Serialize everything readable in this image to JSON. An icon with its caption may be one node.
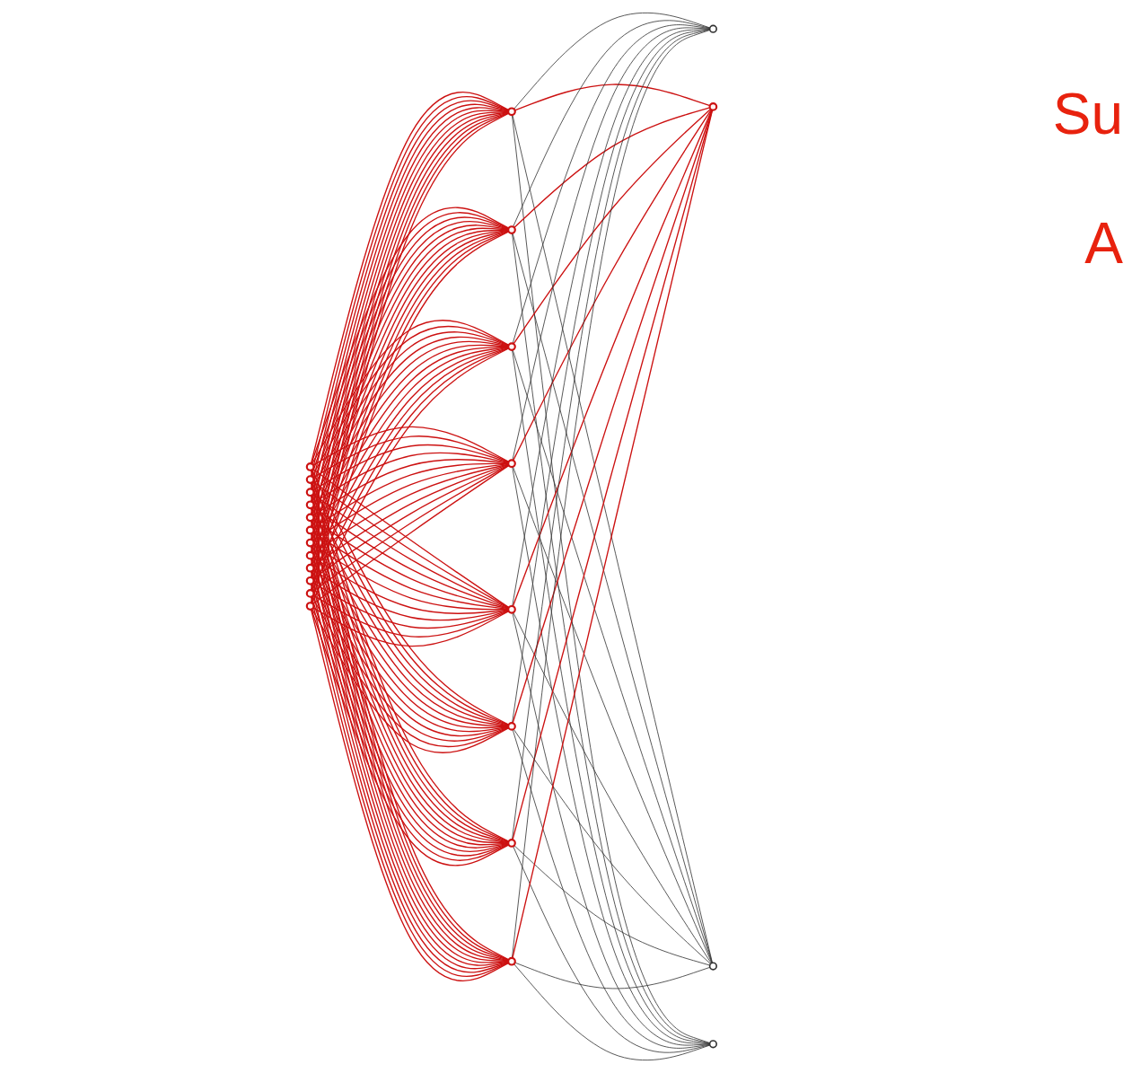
{
  "diagram": {
    "nodes": [
      {
        "text": [],
        "shape": "circle"
      },
      {
        "text": [],
        "shape": "circle"
      },
      {
        "text": [],
        "shape": "circle"
      },
      {
        "text": [],
        "shape": "circle"
      },
      {
        "text": [],
        "shape": "circle"
      },
      {
        "text": [],
        "shape": "circle"
      },
      {
        "text": [],
        "shape": "circle"
      },
      {
        "text": [],
        "shape": "circle"
      },
      {
        "text": [],
        "shape": "circle"
      },
      {
        "text": [],
        "shape": "circle"
      },
      {
        "text": [],
        "shape": "circle"
      },
      {
        "text": [],
        "shape": "circle"
      },
      {
        "text": [],
        "shape": "circle"
      },
      {
        "text": [],
        "shape": "circle"
      },
      {
        "text": [],
        "shape": "circle"
      },
      {
        "text": [],
        "shape": "circle"
      },
      {
        "text": [],
        "shape": "circle"
      },
      {
        "text": [],
        "shape": "circle"
      },
      {
        "text": [],
        "shape": "circle"
      },
      {
        "text": [],
        "shape": "circle"
      },
      {
        "text": [],
        "shape": "circle"
      },
      {
        "text": [],
        "shape": "circle"
      },
      {
        "text": [],
        "shape": "circle"
      },
      {
        "text": [],
        "shape": "circle"
      }
    ],
    "edges": [
      {
        "from": 0,
        "to": 12,
        "arrow": "none"
      },
      {
        "from": 0,
        "to": 13,
        "arrow": "none"
      },
      {
        "from": 0,
        "to": 14,
        "arrow": "none"
      },
      {
        "from": 0,
        "to": 15,
        "arrow": "none"
      },
      {
        "from": 0,
        "to": 16,
        "arrow": "none"
      },
      {
        "from": 0,
        "to": 17,
        "arrow": "none"
      },
      {
        "from": 0,
        "to": 18,
        "arrow": "none"
      },
      {
        "from": 0,
        "to": 19,
        "arrow": "none"
      },
      {
        "from": 1,
        "to": 12,
        "arrow": "none"
      },
      {
        "from": 1,
        "to": 13,
        "arrow": "none"
      },
      {
        "from": 1,
        "to": 14,
        "arrow": "none"
      },
      {
        "from": 1,
        "to": 15,
        "arrow": "none"
      },
      {
        "from": 1,
        "to": 16,
        "arrow": "none"
      },
      {
        "from": 1,
        "to": 17,
        "arrow": "none"
      },
      {
        "from": 1,
        "to": 18,
        "arrow": "none"
      },
      {
        "from": 1,
        "to": 19,
        "arrow": "none"
      },
      {
        "from": 2,
        "to": 12,
        "arrow": "none"
      },
      {
        "from": 2,
        "to": 13,
        "arrow": "none"
      },
      {
        "from": 2,
        "to": 14,
        "arrow": "none"
      },
      {
        "from": 2,
        "to": 15,
        "arrow": "none"
      },
      {
        "from": 2,
        "to": 16,
        "arrow": "none"
      },
      {
        "from": 2,
        "to": 17,
        "arrow": "none"
      },
      {
        "from": 2,
        "to": 18,
        "arrow": "none"
      },
      {
        "from": 2,
        "to": 19,
        "arrow": "none"
      },
      {
        "from": 3,
        "to": 12,
        "arrow": "none"
      },
      {
        "from": 3,
        "to": 13,
        "arrow": "none"
      },
      {
        "from": 3,
        "to": 14,
        "arrow": "none"
      },
      {
        "from": 3,
        "to": 15,
        "arrow": "none"
      },
      {
        "from": 3,
        "to": 16,
        "arrow": "none"
      },
      {
        "from": 3,
        "to": 17,
        "arrow": "none"
      },
      {
        "from": 3,
        "to": 18,
        "arrow": "none"
      },
      {
        "from": 3,
        "to": 19,
        "arrow": "none"
      },
      {
        "from": 4,
        "to": 12,
        "arrow": "none"
      },
      {
        "from": 4,
        "to": 13,
        "arrow": "none"
      },
      {
        "from": 4,
        "to": 14,
        "arrow": "none"
      },
      {
        "from": 4,
        "to": 15,
        "arrow": "none"
      },
      {
        "from": 4,
        "to": 16,
        "arrow": "none"
      },
      {
        "from": 4,
        "to": 17,
        "arrow": "none"
      },
      {
        "from": 4,
        "to": 18,
        "arrow": "none"
      },
      {
        "from": 4,
        "to": 19,
        "arrow": "none"
      },
      {
        "from": 5,
        "to": 12,
        "arrow": "none"
      },
      {
        "from": 5,
        "to": 13,
        "arrow": "none"
      },
      {
        "from": 5,
        "to": 14,
        "arrow": "none"
      },
      {
        "from": 5,
        "to": 15,
        "arrow": "none"
      },
      {
        "from": 5,
        "to": 16,
        "arrow": "none"
      },
      {
        "from": 5,
        "to": 17,
        "arrow": "none"
      },
      {
        "from": 5,
        "to": 18,
        "arrow": "none"
      },
      {
        "from": 5,
        "to": 19,
        "arrow": "none"
      },
      {
        "from": 6,
        "to": 12,
        "arrow": "none"
      },
      {
        "from": 6,
        "to": 13,
        "arrow": "none"
      },
      {
        "from": 6,
        "to": 14,
        "arrow": "none"
      },
      {
        "from": 6,
        "to": 15,
        "arrow": "none"
      },
      {
        "from": 6,
        "to": 16,
        "arrow": "none"
      },
      {
        "from": 6,
        "to": 17,
        "arrow": "none"
      },
      {
        "from": 6,
        "to": 18,
        "arrow": "none"
      },
      {
        "from": 6,
        "to": 19,
        "arrow": "none"
      },
      {
        "from": 7,
        "to": 12,
        "arrow": "none"
      },
      {
        "from": 7,
        "to": 13,
        "arrow": "none"
      },
      {
        "from": 7,
        "to": 14,
        "arrow": "none"
      },
      {
        "from": 7,
        "to": 15,
        "arrow": "none"
      },
      {
        "from": 7,
        "to": 16,
        "arrow": "none"
      },
      {
        "from": 7,
        "to": 17,
        "arrow": "none"
      },
      {
        "from": 7,
        "to": 18,
        "arrow": "none"
      },
      {
        "from": 7,
        "to": 19,
        "arrow": "none"
      },
      {
        "from": 8,
        "to": 12,
        "arrow": "none"
      },
      {
        "from": 8,
        "to": 13,
        "arrow": "none"
      },
      {
        "from": 8,
        "to": 14,
        "arrow": "none"
      },
      {
        "from": 8,
        "to": 15,
        "arrow": "none"
      },
      {
        "from": 8,
        "to": 16,
        "arrow": "none"
      },
      {
        "from": 8,
        "to": 17,
        "arrow": "none"
      },
      {
        "from": 8,
        "to": 18,
        "arrow": "none"
      },
      {
        "from": 8,
        "to": 19,
        "arrow": "none"
      },
      {
        "from": 9,
        "to": 12,
        "arrow": "none"
      },
      {
        "from": 9,
        "to": 13,
        "arrow": "none"
      },
      {
        "from": 9,
        "to": 14,
        "arrow": "none"
      },
      {
        "from": 9,
        "to": 15,
        "arrow": "none"
      },
      {
        "from": 9,
        "to": 16,
        "arrow": "none"
      },
      {
        "from": 9,
        "to": 17,
        "arrow": "none"
      },
      {
        "from": 9,
        "to": 18,
        "arrow": "none"
      },
      {
        "from": 9,
        "to": 19,
        "arrow": "none"
      },
      {
        "from": 10,
        "to": 12,
        "arrow": "none"
      },
      {
        "from": 10,
        "to": 13,
        "arrow": "none"
      },
      {
        "from": 10,
        "to": 14,
        "arrow": "none"
      },
      {
        "from": 10,
        "to": 15,
        "arrow": "none"
      },
      {
        "from": 10,
        "to": 16,
        "arrow": "none"
      },
      {
        "from": 10,
        "to": 17,
        "arrow": "none"
      },
      {
        "from": 10,
        "to": 18,
        "arrow": "none"
      },
      {
        "from": 10,
        "to": 19,
        "arrow": "none"
      },
      {
        "from": 11,
        "to": 12,
        "arrow": "none"
      },
      {
        "from": 11,
        "to": 13,
        "arrow": "none"
      },
      {
        "from": 11,
        "to": 14,
        "arrow": "none"
      },
      {
        "from": 11,
        "to": 15,
        "arrow": "none"
      },
      {
        "from": 11,
        "to": 16,
        "arrow": "none"
      },
      {
        "from": 11,
        "to": 17,
        "arrow": "none"
      },
      {
        "from": 11,
        "to": 18,
        "arrow": "none"
      },
      {
        "from": 11,
        "to": 19,
        "arrow": "none"
      },
      {
        "from": 12,
        "to": 20,
        "arrow": "none",
        "color": "#333333"
      },
      {
        "from": 12,
        "to": 21,
        "arrow": "none"
      },
      {
        "from": 12,
        "to": 22,
        "arrow": "none",
        "color": "#333333"
      },
      {
        "from": 12,
        "to": 23,
        "arrow": "none",
        "color": "#333333"
      },
      {
        "from": 13,
        "to": 20,
        "arrow": "none",
        "color": "#333333"
      },
      {
        "from": 13,
        "to": 21,
        "arrow": "none"
      },
      {
        "from": 13,
        "to": 22,
        "arrow": "none",
        "color": "#333333"
      },
      {
        "from": 13,
        "to": 23,
        "arrow": "none",
        "color": "#333333"
      },
      {
        "from": 14,
        "to": 20,
        "arrow": "none",
        "color": "#333333"
      },
      {
        "from": 14,
        "to": 21,
        "arrow": "none"
      },
      {
        "from": 14,
        "to": 22,
        "arrow": "none",
        "color": "#333333"
      },
      {
        "from": 14,
        "to": 23,
        "arrow": "none",
        "color": "#333333"
      },
      {
        "from": 15,
        "to": 20,
        "arrow": "none",
        "color": "#333333"
      },
      {
        "from": 15,
        "to": 21,
        "arrow": "none"
      },
      {
        "from": 15,
        "to": 22,
        "arrow": "none",
        "color": "#333333"
      },
      {
        "from": 15,
        "to": 23,
        "arrow": "none",
        "color": "#333333"
      },
      {
        "from": 16,
        "to": 20,
        "arrow": "none",
        "color": "#333333"
      },
      {
        "from": 16,
        "to": 21,
        "arrow": "none"
      },
      {
        "from": 16,
        "to": 22,
        "arrow": "none",
        "color": "#333333"
      },
      {
        "from": 16,
        "to": 23,
        "arrow": "none",
        "color": "#333333"
      },
      {
        "from": 17,
        "to": 20,
        "arrow": "none",
        "color": "#333333"
      },
      {
        "from": 17,
        "to": 21,
        "arrow": "none"
      },
      {
        "from": 17,
        "to": 22,
        "arrow": "none",
        "color": "#333333"
      },
      {
        "from": 17,
        "to": 23,
        "arrow": "none",
        "color": "#333333"
      },
      {
        "from": 18,
        "to": 20,
        "arrow": "none",
        "color": "#333333"
      },
      {
        "from": 18,
        "to": 21,
        "arrow": "none"
      },
      {
        "from": 18,
        "to": 22,
        "arrow": "none",
        "color": "#333333"
      },
      {
        "from": 18,
        "to": 23,
        "arrow": "none",
        "color": "#333333"
      },
      {
        "from": 19,
        "to": 20,
        "arrow": "none",
        "color": "#333333"
      },
      {
        "from": 19,
        "to": 21,
        "arrow": "none"
      },
      {
        "from": 19,
        "to": 22,
        "arrow": "none",
        "color": "#333333"
      },
      {
        "from": 19,
        "to": 23,
        "arrow": "none",
        "color": "#333333"
      }
    ],
    "labels": [
      "Su",
      "A"
    ]
  }
}
